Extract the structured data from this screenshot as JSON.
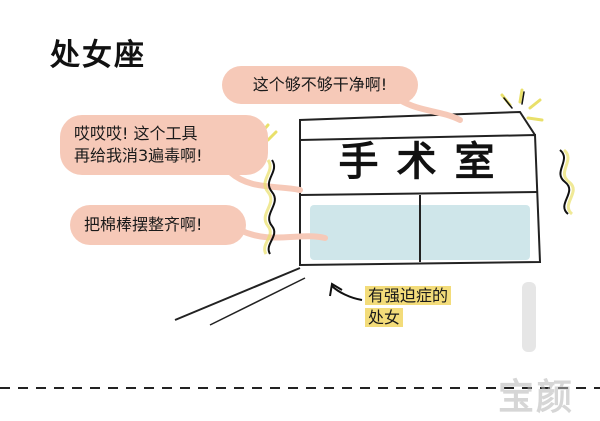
{
  "title": "处女座",
  "bubbles": {
    "top": "这个够不够干净啊!",
    "middle": [
      "哎哎哎! 这个工具",
      "再给我消3遍毒啊!"
    ],
    "bottom": "把棉棒摆整齐啊!"
  },
  "sign": "手术室",
  "caption": [
    "有强迫症的",
    "处女"
  ],
  "watermark": "宝颜",
  "colors": {
    "bubble": "#f6c9b8",
    "highlight": "#f3dc7a",
    "window": "#cfe6ea",
    "sparkle": "#e9e06a"
  }
}
